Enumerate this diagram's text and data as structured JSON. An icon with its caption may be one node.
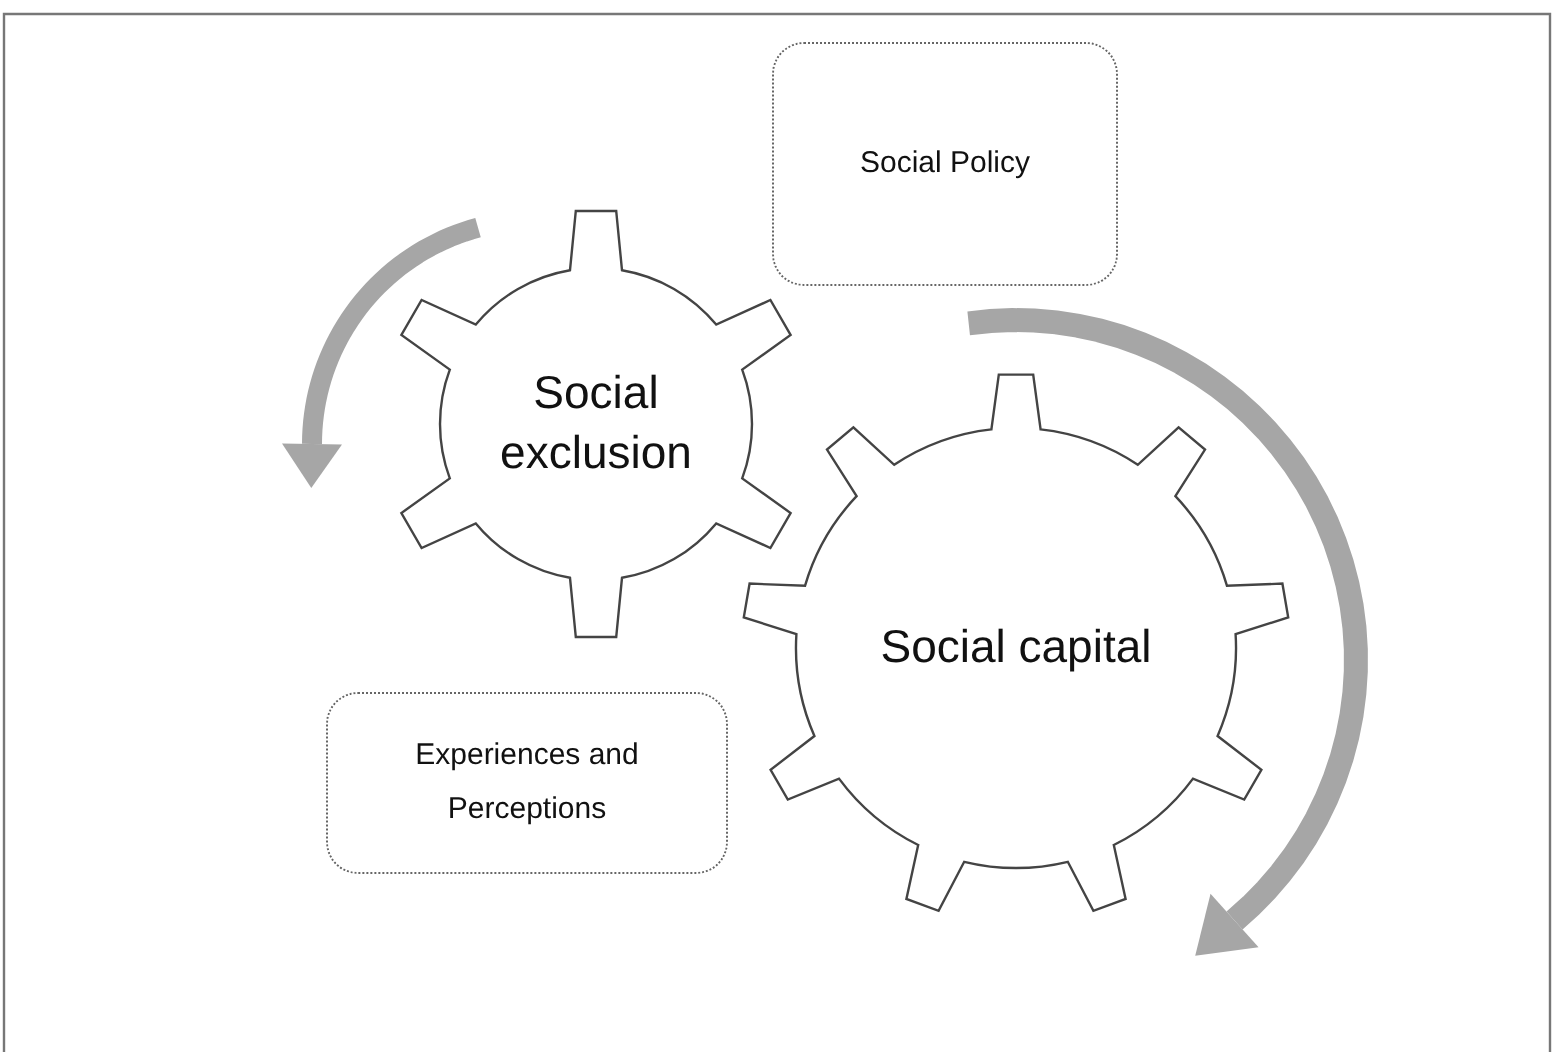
{
  "diagram": {
    "nodes": [
      {
        "text": [
          "Social Policy"
        ]
      },
      {
        "text": [
          "Social exclusion"
        ]
      },
      {
        "text": [
          "Social capital"
        ]
      },
      {
        "text": [
          "Experiences and Perceptions"
        ]
      }
    ]
  }
}
